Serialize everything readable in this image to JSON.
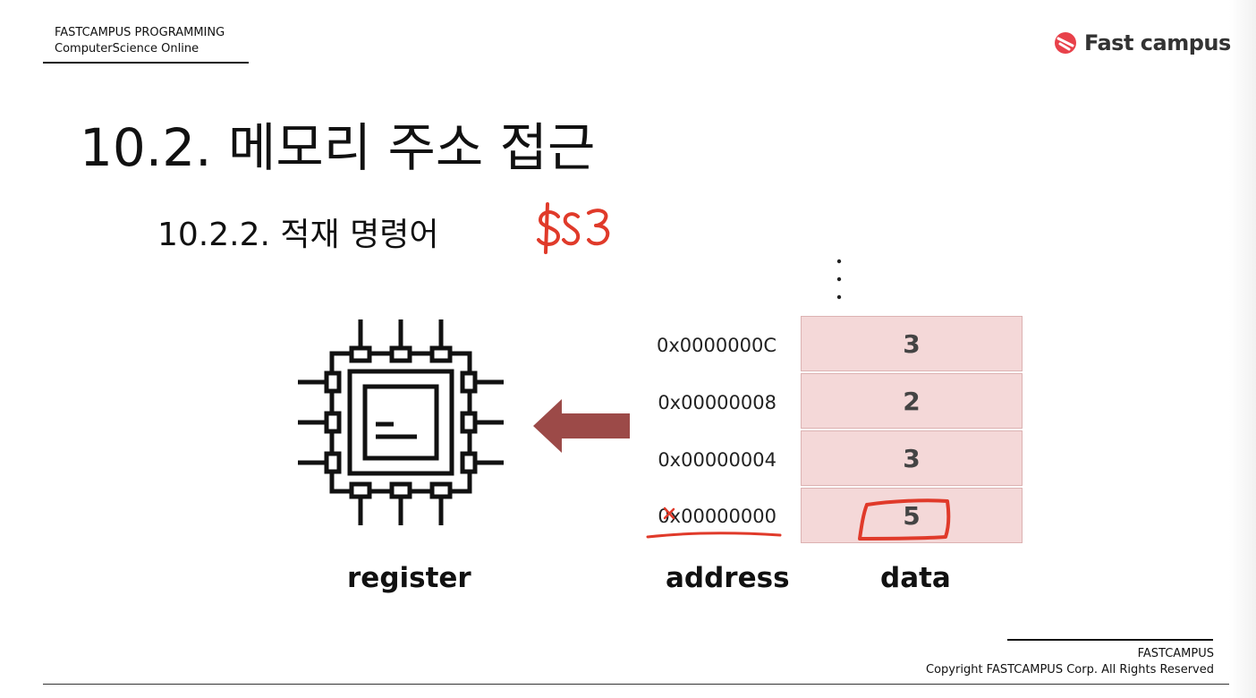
{
  "header": {
    "brand_line1": "FASTCAMPUS PROGRAMMING",
    "brand_line2": "ComputerScience Online",
    "logo_text": "Fast campus"
  },
  "slide": {
    "title": "10.2. 메모리 주소 접근",
    "subtitle": "10.2.2. 적재 명령어",
    "handwritten_note": "$S3"
  },
  "memory": {
    "addresses": [
      "0x0000000C",
      "0x00000008",
      "0x00000004",
      "0x00000000"
    ],
    "values": [
      "3",
      "2",
      "3",
      "5"
    ],
    "continuation_marker": "⋮"
  },
  "labels": {
    "register": "register",
    "address": "address",
    "data": "data"
  },
  "footer": {
    "brand": "FASTCAMPUS",
    "copyright": "Copyright FASTCAMPUS Corp. All Rights Reserved"
  },
  "colors": {
    "cell_fill": "#f4d8d8",
    "arrow": "#9c4a48",
    "annotation_red": "#e03a2a",
    "logo_red": "#e8414a"
  },
  "icons": [
    "cpu-chip-icon",
    "left-arrow-icon",
    "fastcampus-logo-icon"
  ]
}
